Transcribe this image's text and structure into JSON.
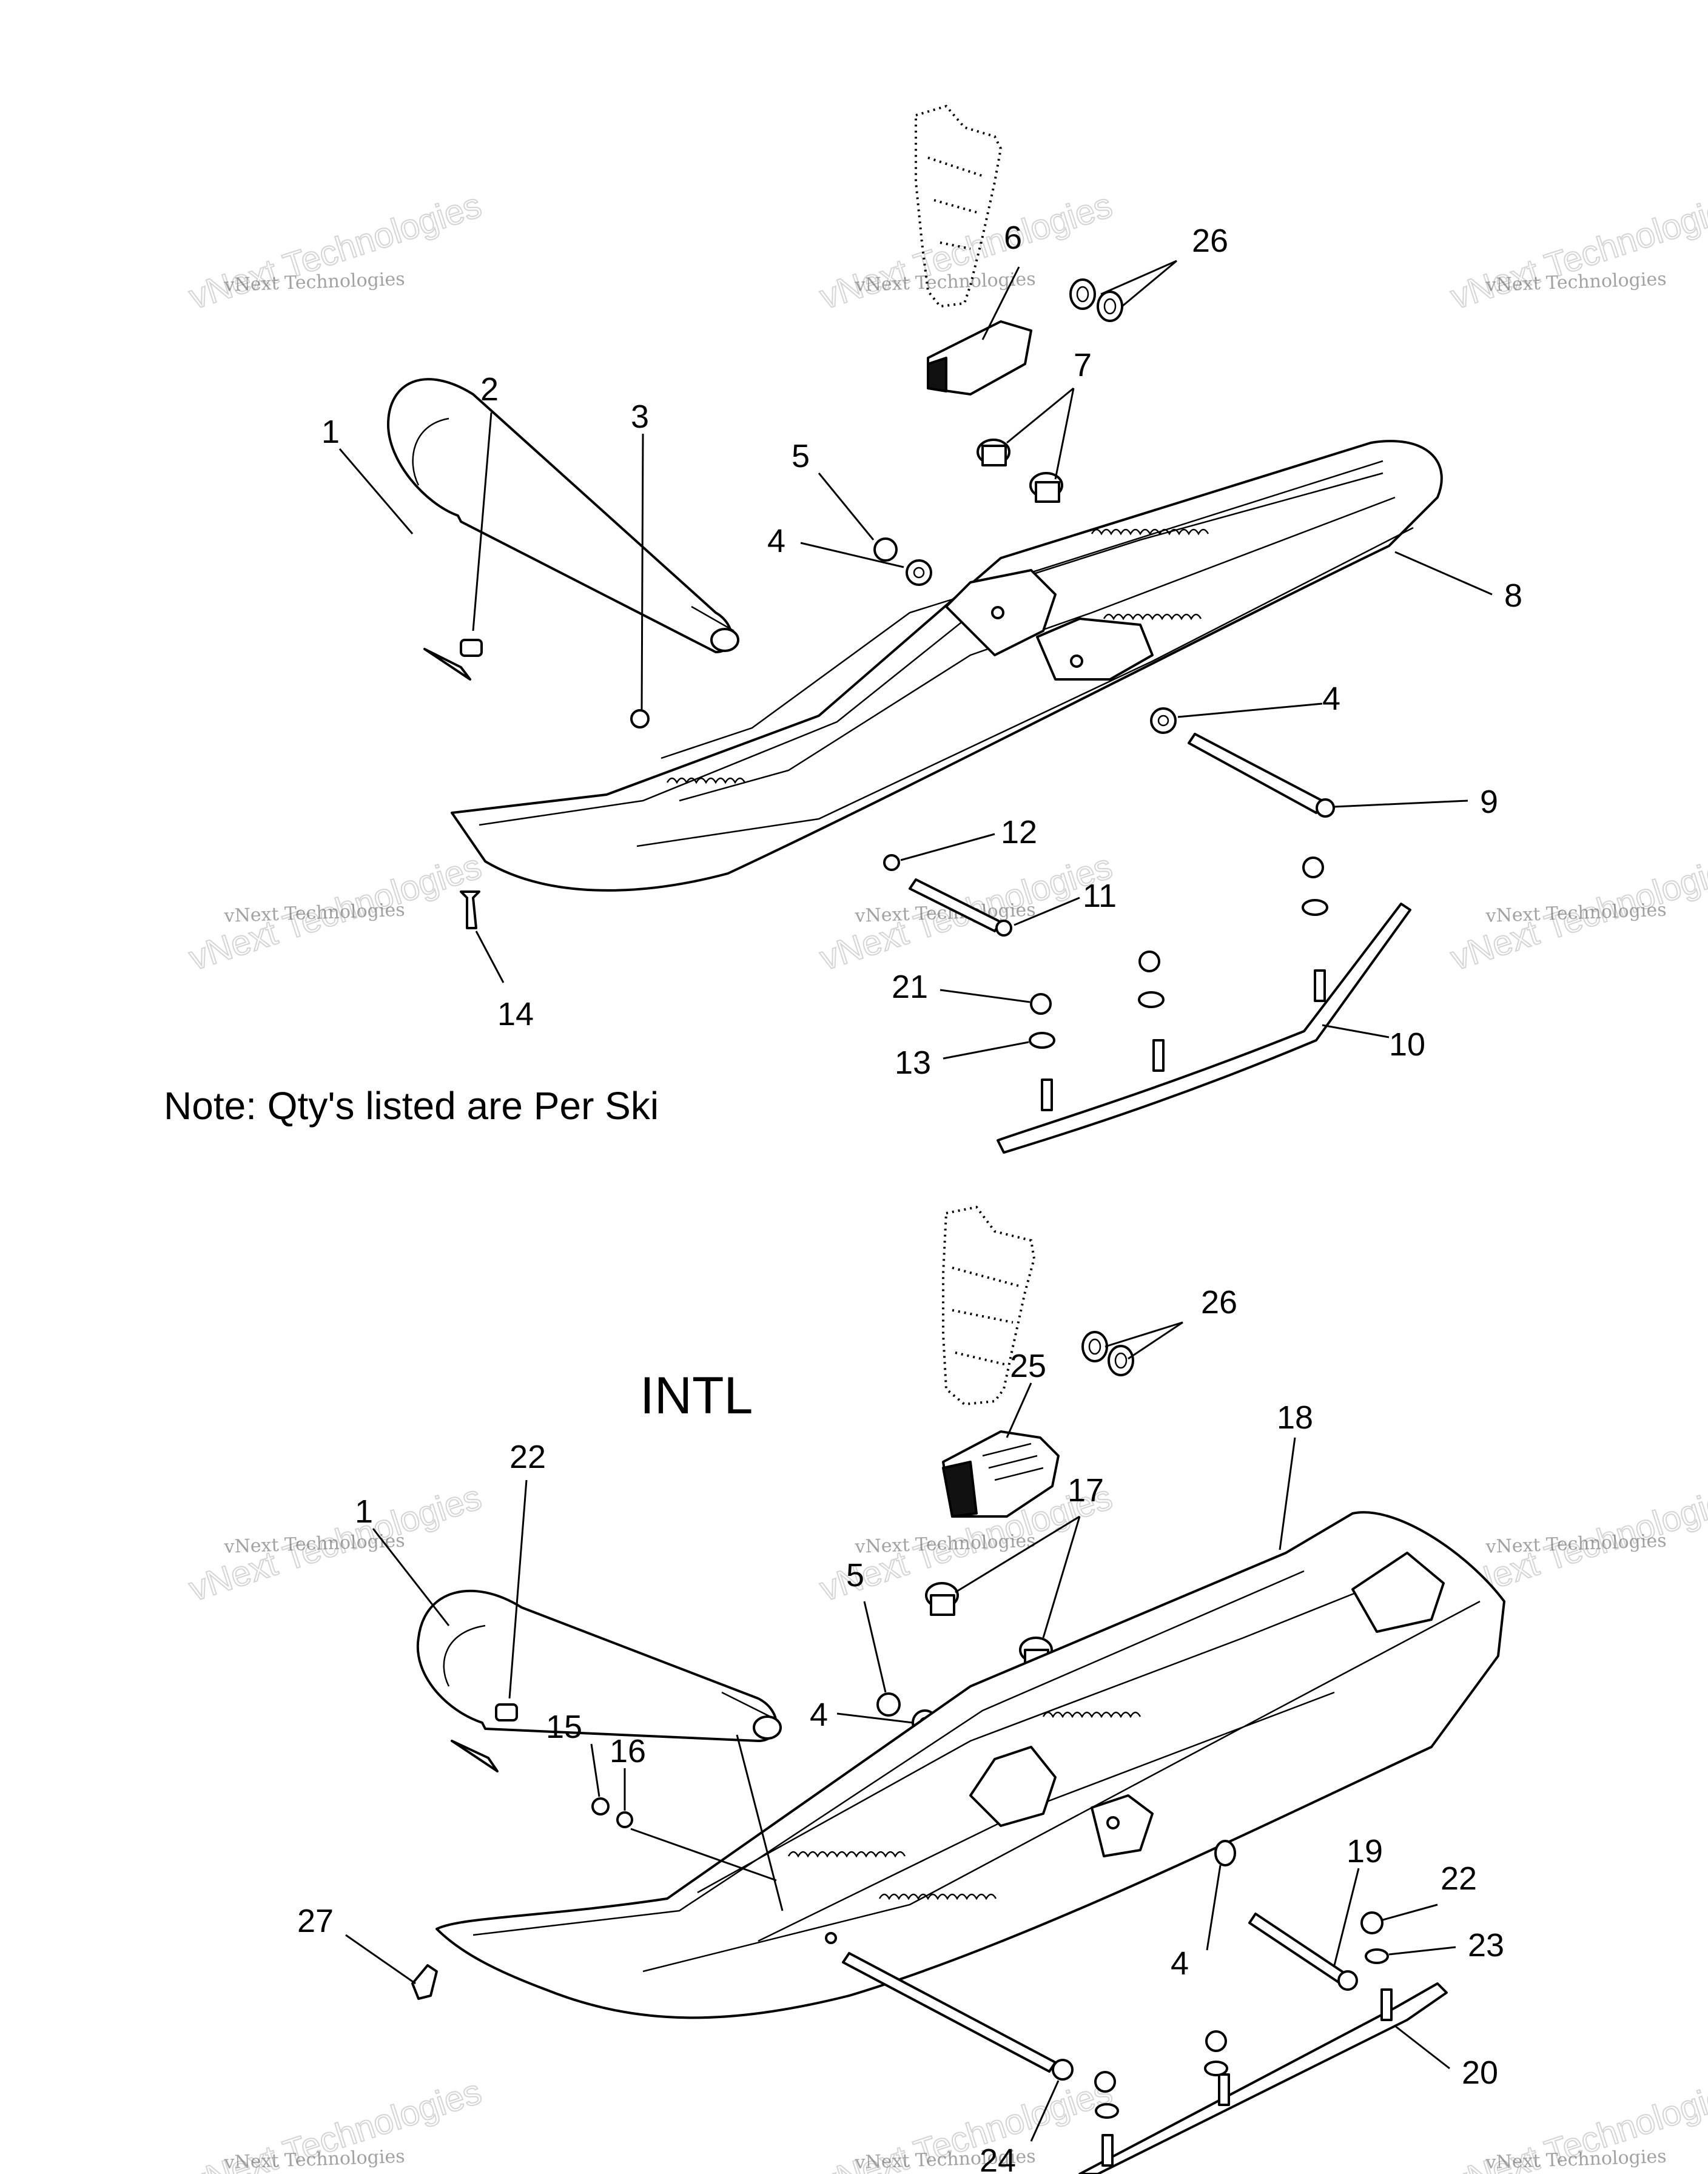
{
  "note": "Note: Qty's listed are Per Ski",
  "intl_label": "INTL",
  "watermark": {
    "line1": "vNext Technologies",
    "line2": "vNext Technologies"
  },
  "callouts_top": [
    "1",
    "2",
    "3",
    "4",
    "4",
    "5",
    "6",
    "7",
    "8",
    "9",
    "10",
    "11",
    "12",
    "13",
    "14",
    "21",
    "26"
  ],
  "callouts_bottom": [
    "1",
    "4",
    "4",
    "5",
    "15",
    "16",
    "17",
    "18",
    "19",
    "20",
    "22",
    "22",
    "23",
    "24",
    "25",
    "26",
    "27"
  ]
}
